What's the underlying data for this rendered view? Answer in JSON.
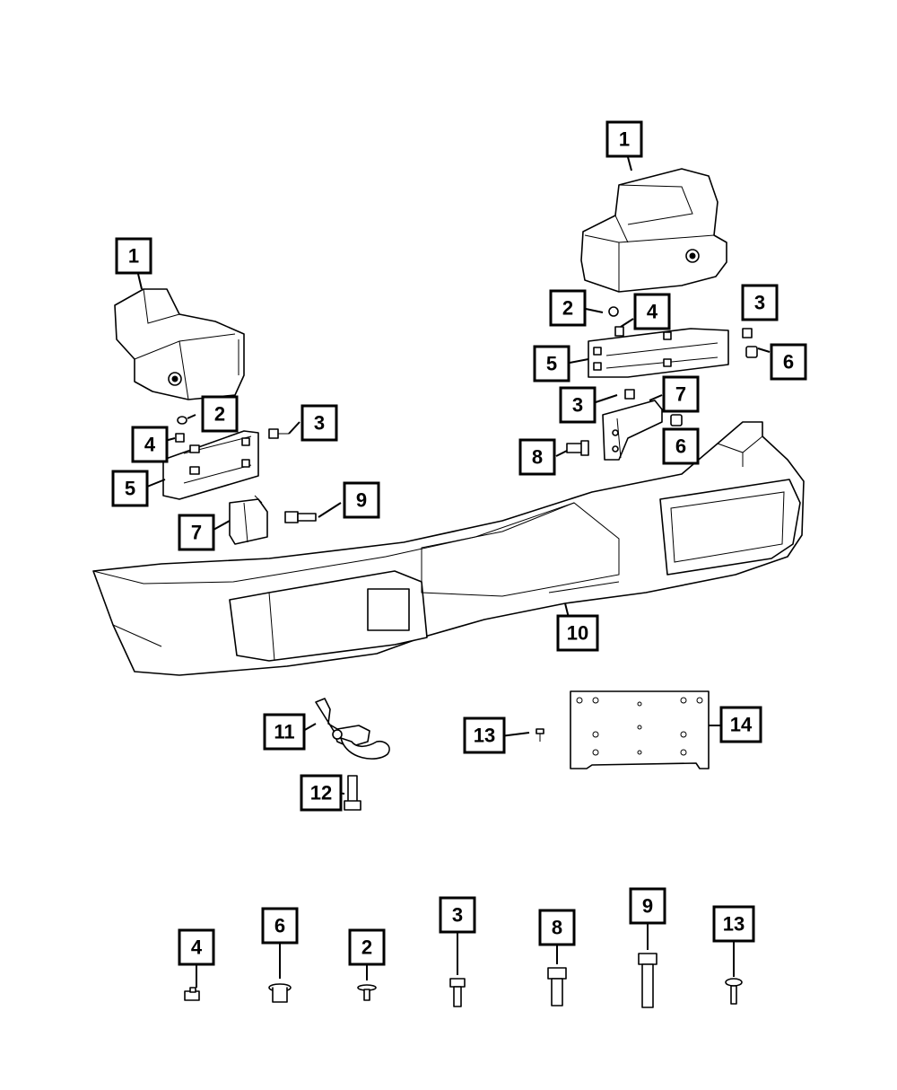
{
  "diagram": {
    "callouts": [
      {
        "id": "c-1a",
        "label": "1"
      },
      {
        "id": "c-1b",
        "label": "1"
      },
      {
        "id": "c-2a",
        "label": "2"
      },
      {
        "id": "c-2b",
        "label": "2"
      },
      {
        "id": "c-3a",
        "label": "3"
      },
      {
        "id": "c-3b",
        "label": "3"
      },
      {
        "id": "c-3c",
        "label": "3"
      },
      {
        "id": "c-4a",
        "label": "4"
      },
      {
        "id": "c-4b",
        "label": "4"
      },
      {
        "id": "c-5a",
        "label": "5"
      },
      {
        "id": "c-5b",
        "label": "5"
      },
      {
        "id": "c-6a",
        "label": "6"
      },
      {
        "id": "c-6b",
        "label": "6"
      },
      {
        "id": "c-7a",
        "label": "7"
      },
      {
        "id": "c-7b",
        "label": "7"
      },
      {
        "id": "c-8a",
        "label": "8"
      },
      {
        "id": "c-9a",
        "label": "9"
      },
      {
        "id": "c-10a",
        "label": "10"
      },
      {
        "id": "c-11a",
        "label": "11"
      },
      {
        "id": "c-12a",
        "label": "12"
      },
      {
        "id": "c-13a",
        "label": "13"
      },
      {
        "id": "c-14a",
        "label": "14"
      }
    ],
    "legend": [
      {
        "id": "l-4",
        "label": "4"
      },
      {
        "id": "l-6",
        "label": "6"
      },
      {
        "id": "l-2",
        "label": "2"
      },
      {
        "id": "l-3",
        "label": "3"
      },
      {
        "id": "l-8",
        "label": "8"
      },
      {
        "id": "l-9",
        "label": "9"
      },
      {
        "id": "l-13",
        "label": "13"
      }
    ]
  }
}
